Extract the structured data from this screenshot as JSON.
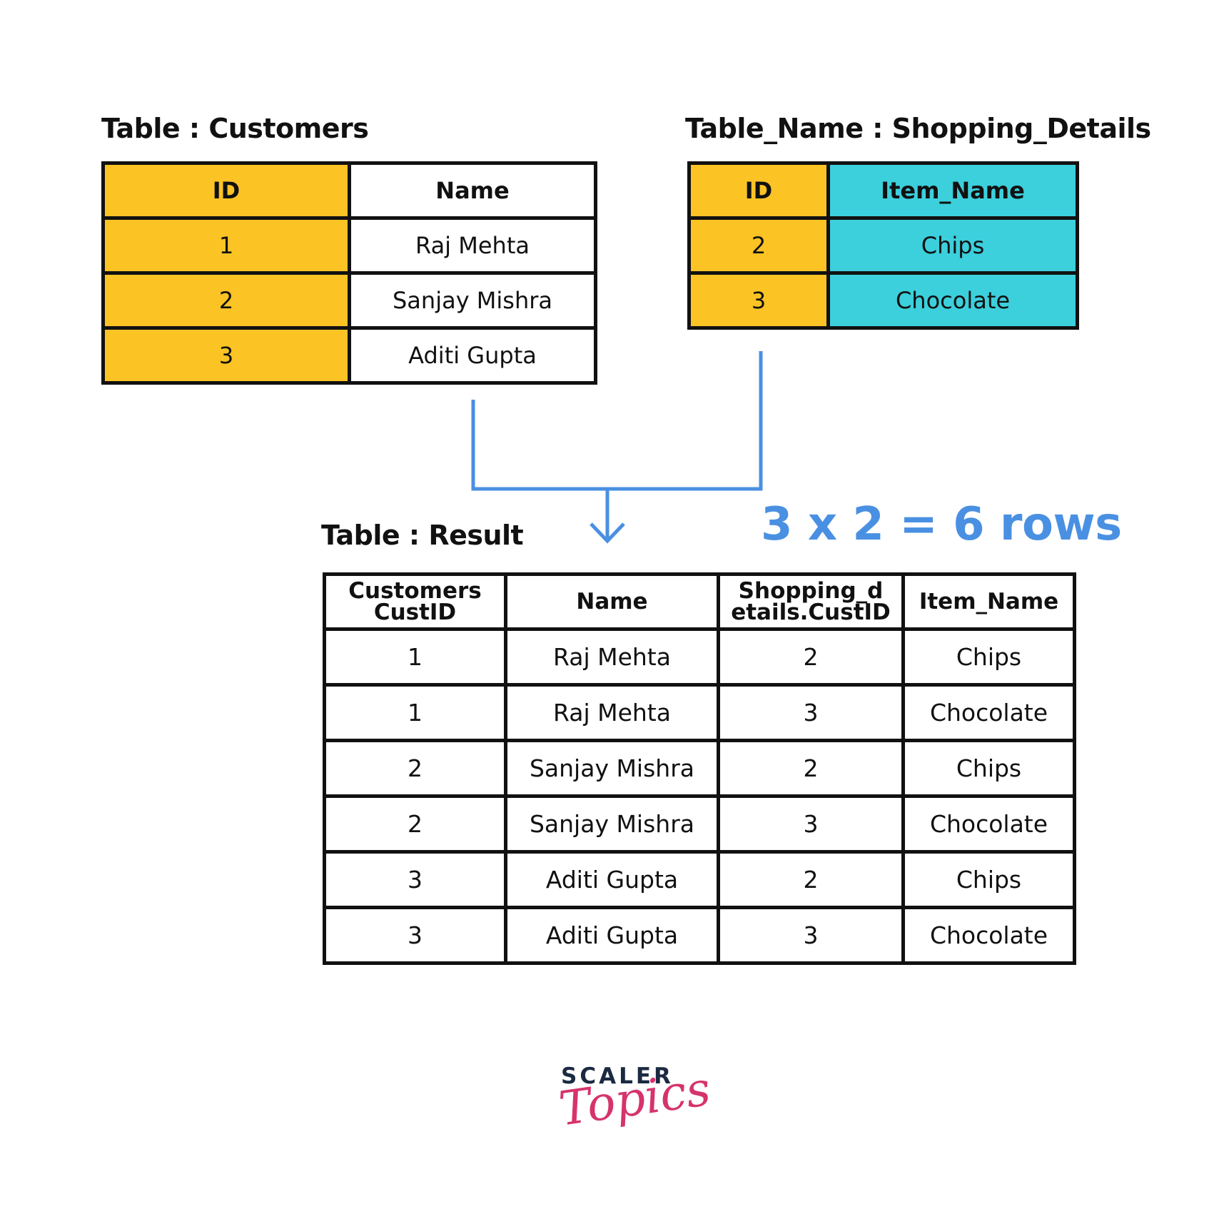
{
  "customers": {
    "title": "Table : Customers",
    "headers": [
      "ID",
      "Name"
    ],
    "rows": [
      [
        "1",
        "Raj Mehta"
      ],
      [
        "2",
        "Sanjay Mishra"
      ],
      [
        "3",
        "Aditi Gupta"
      ]
    ]
  },
  "shopping": {
    "title": "Table_Name : Shopping_Details",
    "headers": [
      "ID",
      "Item_Name"
    ],
    "rows": [
      [
        "2",
        "Chips"
      ],
      [
        "3",
        "Chocolate"
      ]
    ]
  },
  "result": {
    "title": "Table : Result",
    "headers": [
      "Customers CustID",
      "Name",
      "Shopping_d etails.CustID",
      "Item_Name"
    ],
    "rows": [
      [
        "1",
        "Raj Mehta",
        "2",
        "Chips"
      ],
      [
        "1",
        "Raj Mehta",
        "3",
        "Chocolate"
      ],
      [
        "2",
        "Sanjay Mishra",
        "2",
        "Chips"
      ],
      [
        "2",
        "Sanjay Mishra",
        "3",
        "Chocolate"
      ],
      [
        "3",
        "Aditi Gupta",
        "2",
        "Chips"
      ],
      [
        "3",
        "Aditi Gupta",
        "3",
        "Chocolate"
      ]
    ]
  },
  "formula": "3 x 2 = 6 rows",
  "logo": {
    "word": "SCALER",
    "script": "Topics"
  },
  "colors": {
    "id_fill": "#fbc324",
    "item_fill": "#3ccfdc",
    "arrow": "#4a90e2",
    "formula": "#4a90e2",
    "logo_word": "#1b2a41",
    "logo_script": "#d6336c"
  },
  "icons": {
    "connector": "down-arrow-icon"
  }
}
